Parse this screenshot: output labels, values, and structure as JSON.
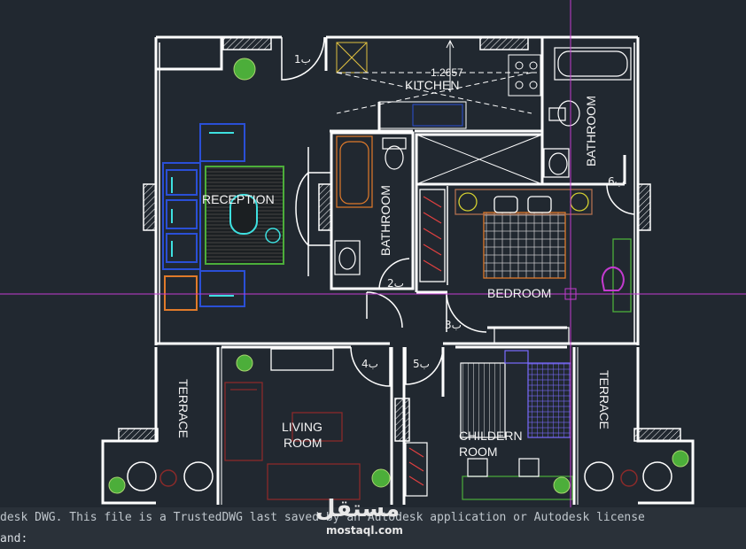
{
  "rooms": {
    "kitchen": "KITCHEN",
    "reception": "RECEPTION",
    "bathroom_top": "BATHROOM",
    "bathroom_mid": "BATHROOM",
    "bedroom": "BEDROOM",
    "terrace_left": "TERRACE",
    "terrace_right": "TERRACE",
    "living_line1": "LIVING",
    "living_line2": "ROOM",
    "children_line1": "CHILDERN",
    "children_line2": "ROOM"
  },
  "dimension_text": "1.2657",
  "door_tags": [
    "ب1",
    "ب2",
    "ب3",
    "ب4",
    "ب5",
    "ب6"
  ],
  "command_line": {
    "history": "desk DWG.  This file is a TrustedDWG last saved by an Autodesk application or Autodesk license",
    "prompt": "and:",
    "input_value": ""
  },
  "watermark": {
    "arabic": "مستقل",
    "latin": "mostaql.com"
  },
  "colors": {
    "background": "#212830",
    "wall": "#ffffff",
    "crosshair": "#c43bd0",
    "furniture_blue": "#2a4fd6",
    "furniture_orange": "#e07a2a",
    "furniture_cyan": "#3ee0e0",
    "plant_green": "#4cae3a"
  }
}
